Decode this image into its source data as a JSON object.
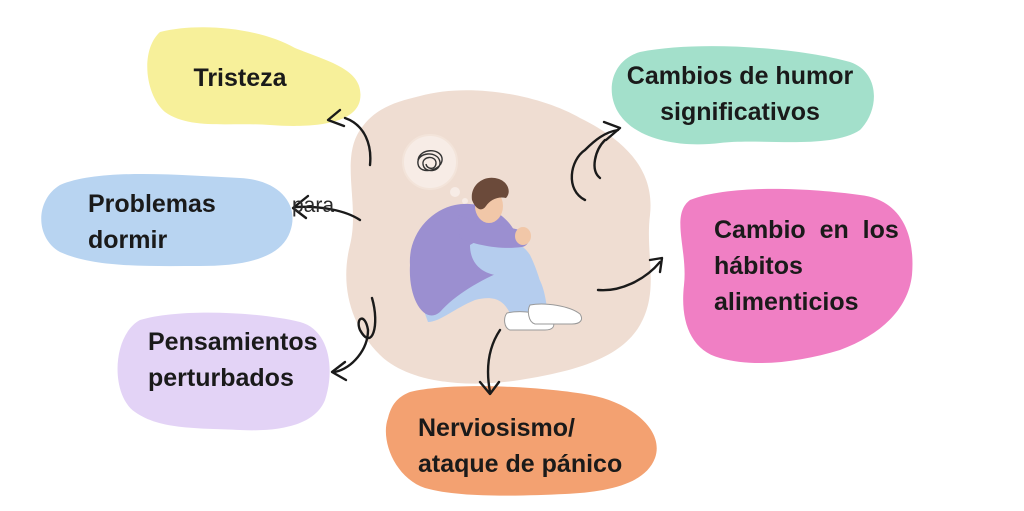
{
  "symptoms": [
    {
      "id": "tristeza",
      "lines": [
        "Tristeza"
      ],
      "color": "#f7f09a"
    },
    {
      "id": "humor",
      "lines": [
        "Cambios de humor",
        "significativos"
      ],
      "color": "#a3e0cb"
    },
    {
      "id": "dormir",
      "lines": [
        "Problemas",
        "dormir"
      ],
      "color": "#b8d4f1"
    },
    {
      "id": "alimentos",
      "lines": [
        "Cambio  en  los",
        "hábitos",
        "alimenticios"
      ],
      "color": "#f07fc4"
    },
    {
      "id": "pensamientos",
      "lines": [
        "Pensamientos",
        "perturbados"
      ],
      "color": "#e3d3f6"
    },
    {
      "id": "nervios",
      "lines": [
        "Nerviosismo/",
        "ataque de pánico"
      ],
      "color": "#f3a171"
    }
  ],
  "stray_text": "para",
  "colors": {
    "center_blob": "#efddd2",
    "sweater": "#9b8fd0",
    "jeans": "#b5cdee",
    "hair": "#6b4a3a",
    "skin": "#f1c7a8",
    "arrow": "#1a1a1a"
  }
}
